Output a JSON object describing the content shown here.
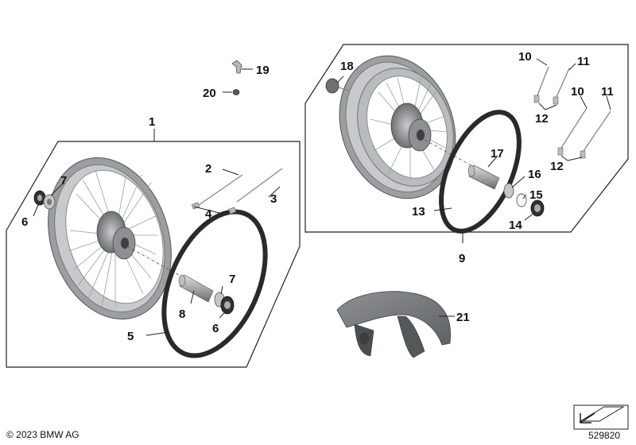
{
  "copyright": "© 2023 BMW AG",
  "diagram_id": "529820",
  "callouts": {
    "c1": "1",
    "c2": "2",
    "c3": "3",
    "c4": "4",
    "c5": "5",
    "c6a": "6",
    "c6b": "6",
    "c7a": "7",
    "c7b": "7",
    "c8": "8",
    "c9": "9",
    "c10a": "10",
    "c10b": "10",
    "c11a": "11",
    "c11b": "11",
    "c12a": "12",
    "c12b": "12",
    "c13": "13",
    "c14": "14",
    "c15": "15",
    "c16": "16",
    "c17": "17",
    "c18": "18",
    "c19": "19",
    "c20": "20",
    "c21": "21"
  },
  "colors": {
    "rim": "#a9acaf",
    "rim_dark": "#6e7174",
    "tire_band": "#2a2a2a",
    "frame": "#222222"
  }
}
